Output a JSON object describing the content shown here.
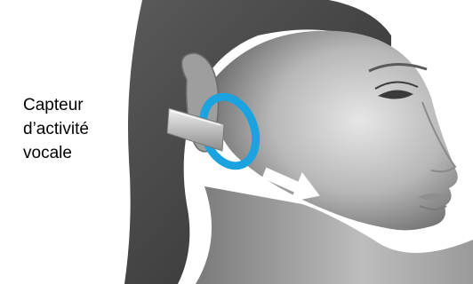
{
  "caption": {
    "lines": [
      "Capteur",
      "d’activité",
      "vocale"
    ]
  },
  "illustration": {
    "icons": [
      "head-profile-icon",
      "earpiece-icon",
      "sensor-ring-icon",
      "arrow-icon"
    ],
    "colors": {
      "ring": "#1aa3df",
      "arrow": "#ffffff",
      "skin_light": "#d9d9d9",
      "skin_dark": "#6e6e6e",
      "hair": "#4a4a4a",
      "earpiece": "#c8c8c8"
    }
  }
}
